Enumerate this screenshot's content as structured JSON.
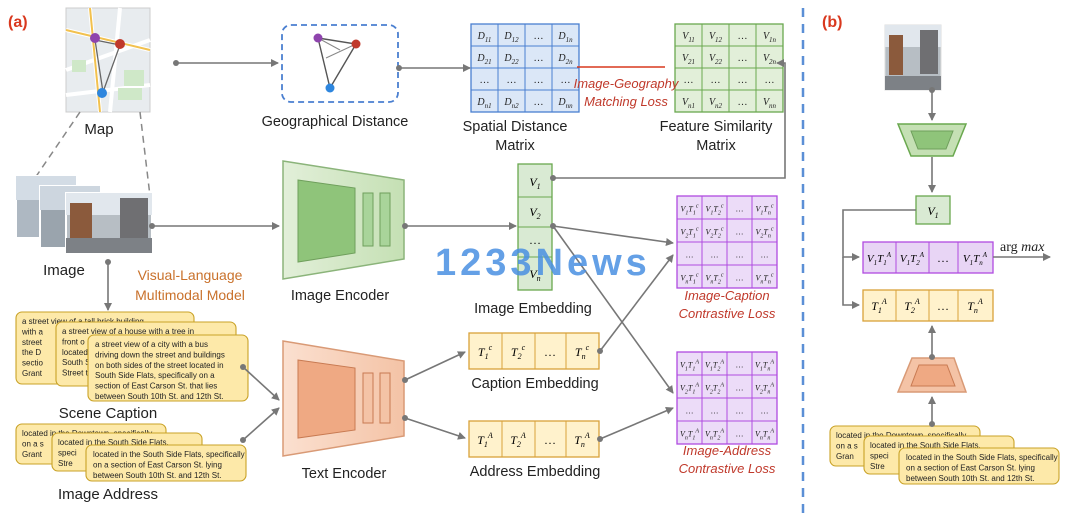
{
  "panel_a_label": "(a)",
  "panel_b_label": "(b)",
  "labels": {
    "map": "Map",
    "image": "Image",
    "geo_distance": "Geographical Distance",
    "spatial_matrix_1": "Spatial Distance",
    "spatial_matrix_2": "Matrix",
    "feature_matrix_1": "Feature Similarity",
    "feature_matrix_2": "Matrix",
    "vlm_1": "Visual-Language",
    "vlm_2": "Multimodal Model",
    "image_encoder": "Image Encoder",
    "image_embedding": "Image Embedding",
    "text_encoder": "Text Encoder",
    "caption_embedding": "Caption Embedding",
    "address_embedding": "Address Embedding",
    "scene_caption": "Scene Caption",
    "image_address": "Image Address",
    "loss_geo_1": "Image-Geography",
    "loss_geo_2": "Matching Loss",
    "loss_caption_1": "Image-Caption",
    "loss_caption_2": "Contrastive Loss",
    "loss_address_1": "Image-Address",
    "loss_address_2": "Contrastive Loss",
    "argmax": "arg max"
  },
  "watermark": "1233News",
  "caption_texts": {
    "back": [
      "a street view of a tall brick building",
      "with a",
      "street",
      "the D",
      "sectio",
      "Grant"
    ],
    "middle": [
      "a street view of a house with a tree in",
      "front o",
      "located",
      "South S",
      "Street t"
    ],
    "front": [
      "a street view of a city with a bus",
      "driving down the street and buildings",
      "on both sides of the street located in",
      "South Side Flats, specifically on a",
      "section of East Carson St. that lies",
      "between South 10th St. and 12th St."
    ]
  },
  "address_texts": {
    "back": [
      "located in the Downtown, specifically",
      "on a s",
      "Grant"
    ],
    "middle": [
      "located in the South Side Flats,",
      "speci",
      "Stre"
    ],
    "front": [
      "located in the South Side Flats,",
      "specifically",
      "on a section of East Carson St. lying",
      "between South 10th St. and 12th St."
    ]
  },
  "address_texts_b": {
    "back": [
      "located in the Downtown, specifically",
      "on a s",
      "Gran"
    ],
    "middle": [
      "located in the South Side Flats,",
      "speci",
      "Stre"
    ],
    "front": [
      "located in the South Side Flats,",
      "specifically",
      "on a section of East Carson St. lying",
      "between South 10th St. and 12th St."
    ]
  },
  "colors": {
    "label_red": "#d9381e",
    "loss_red": "#c0392b",
    "vlm_orange": "#c9712b",
    "blue_matrix": "#4a7fd0",
    "green_matrix": "#6aa84f",
    "purple_matrix": "#b04be0",
    "embed_orange": "#d8a23a",
    "dashed_divider": "#5b8fd6"
  }
}
